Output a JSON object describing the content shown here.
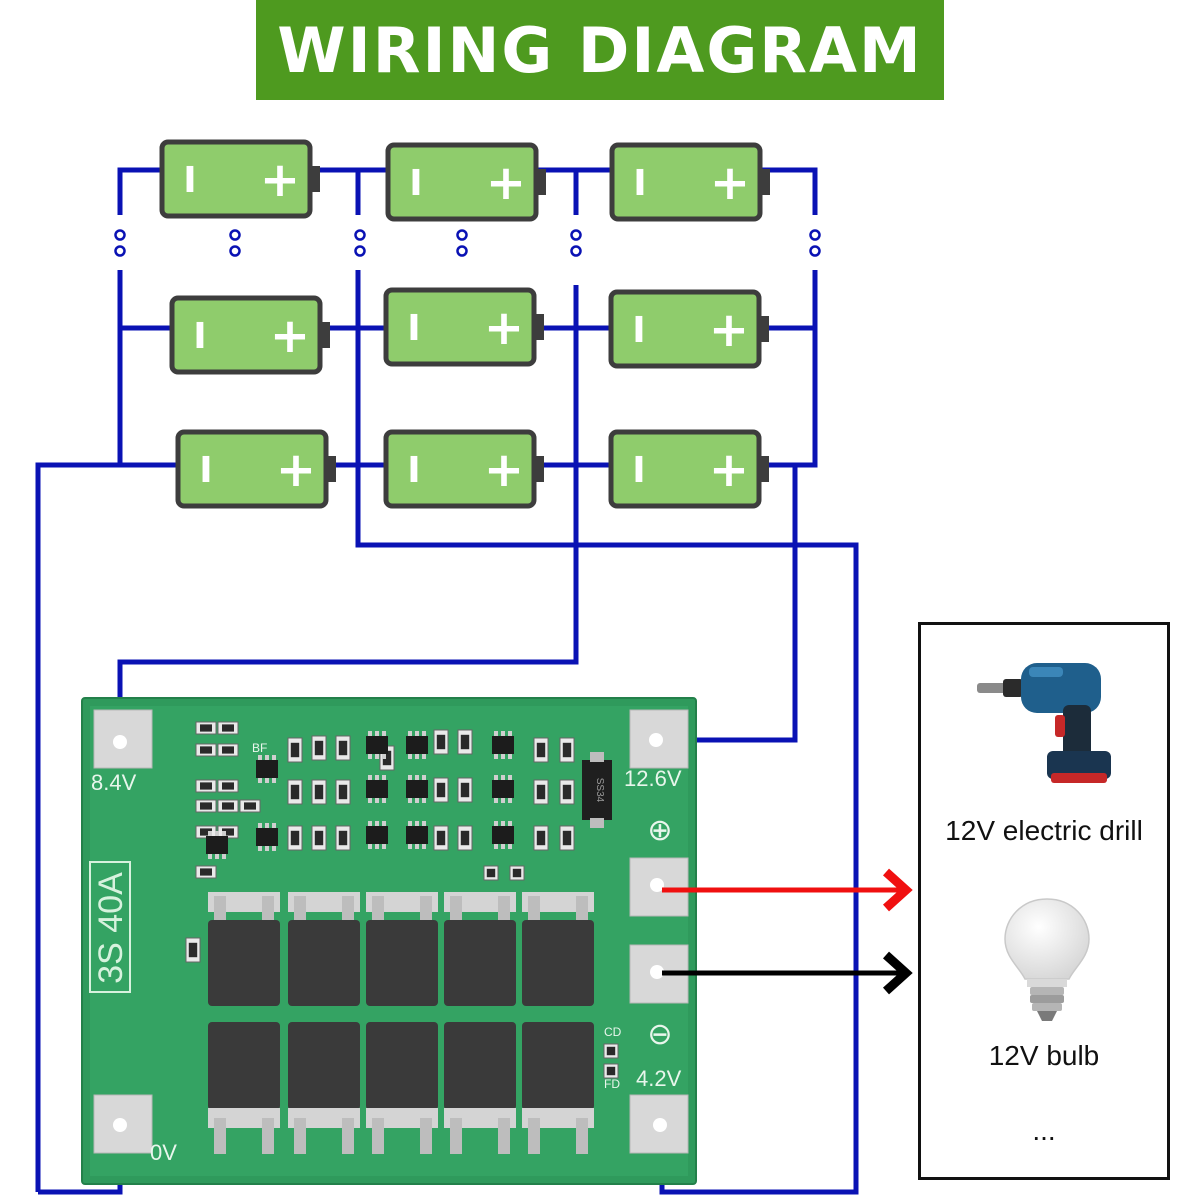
{
  "title": "WIRING DIAGRAM",
  "colors": {
    "banner": "#4e9a1f",
    "wire": "#0a12b4",
    "battery_fill": "#8fcc6c",
    "battery_outline": "#3d3d3d",
    "board": "#2f9a5c",
    "positive_wire": "#f01010",
    "negative_wire": "#000000"
  },
  "battery": {
    "negative_mark": "I",
    "positive_mark": "+"
  },
  "board": {
    "model_label": "3S 40A",
    "pads": {
      "v84": "8.4V",
      "v126": "12.6V",
      "v42": "4.2V",
      "v0": "0V"
    },
    "plus_symbol": "⊕",
    "minus_symbol": "⊖",
    "silk": {
      "bf": "BF",
      "cd": "CD",
      "fd": "FD",
      "chip": "SS34"
    }
  },
  "loads": {
    "drill_label": "12V electric drill",
    "bulb_label": "12V bulb",
    "more": "..."
  },
  "icons": {
    "drill": "drill-icon",
    "bulb": "bulb-icon"
  }
}
